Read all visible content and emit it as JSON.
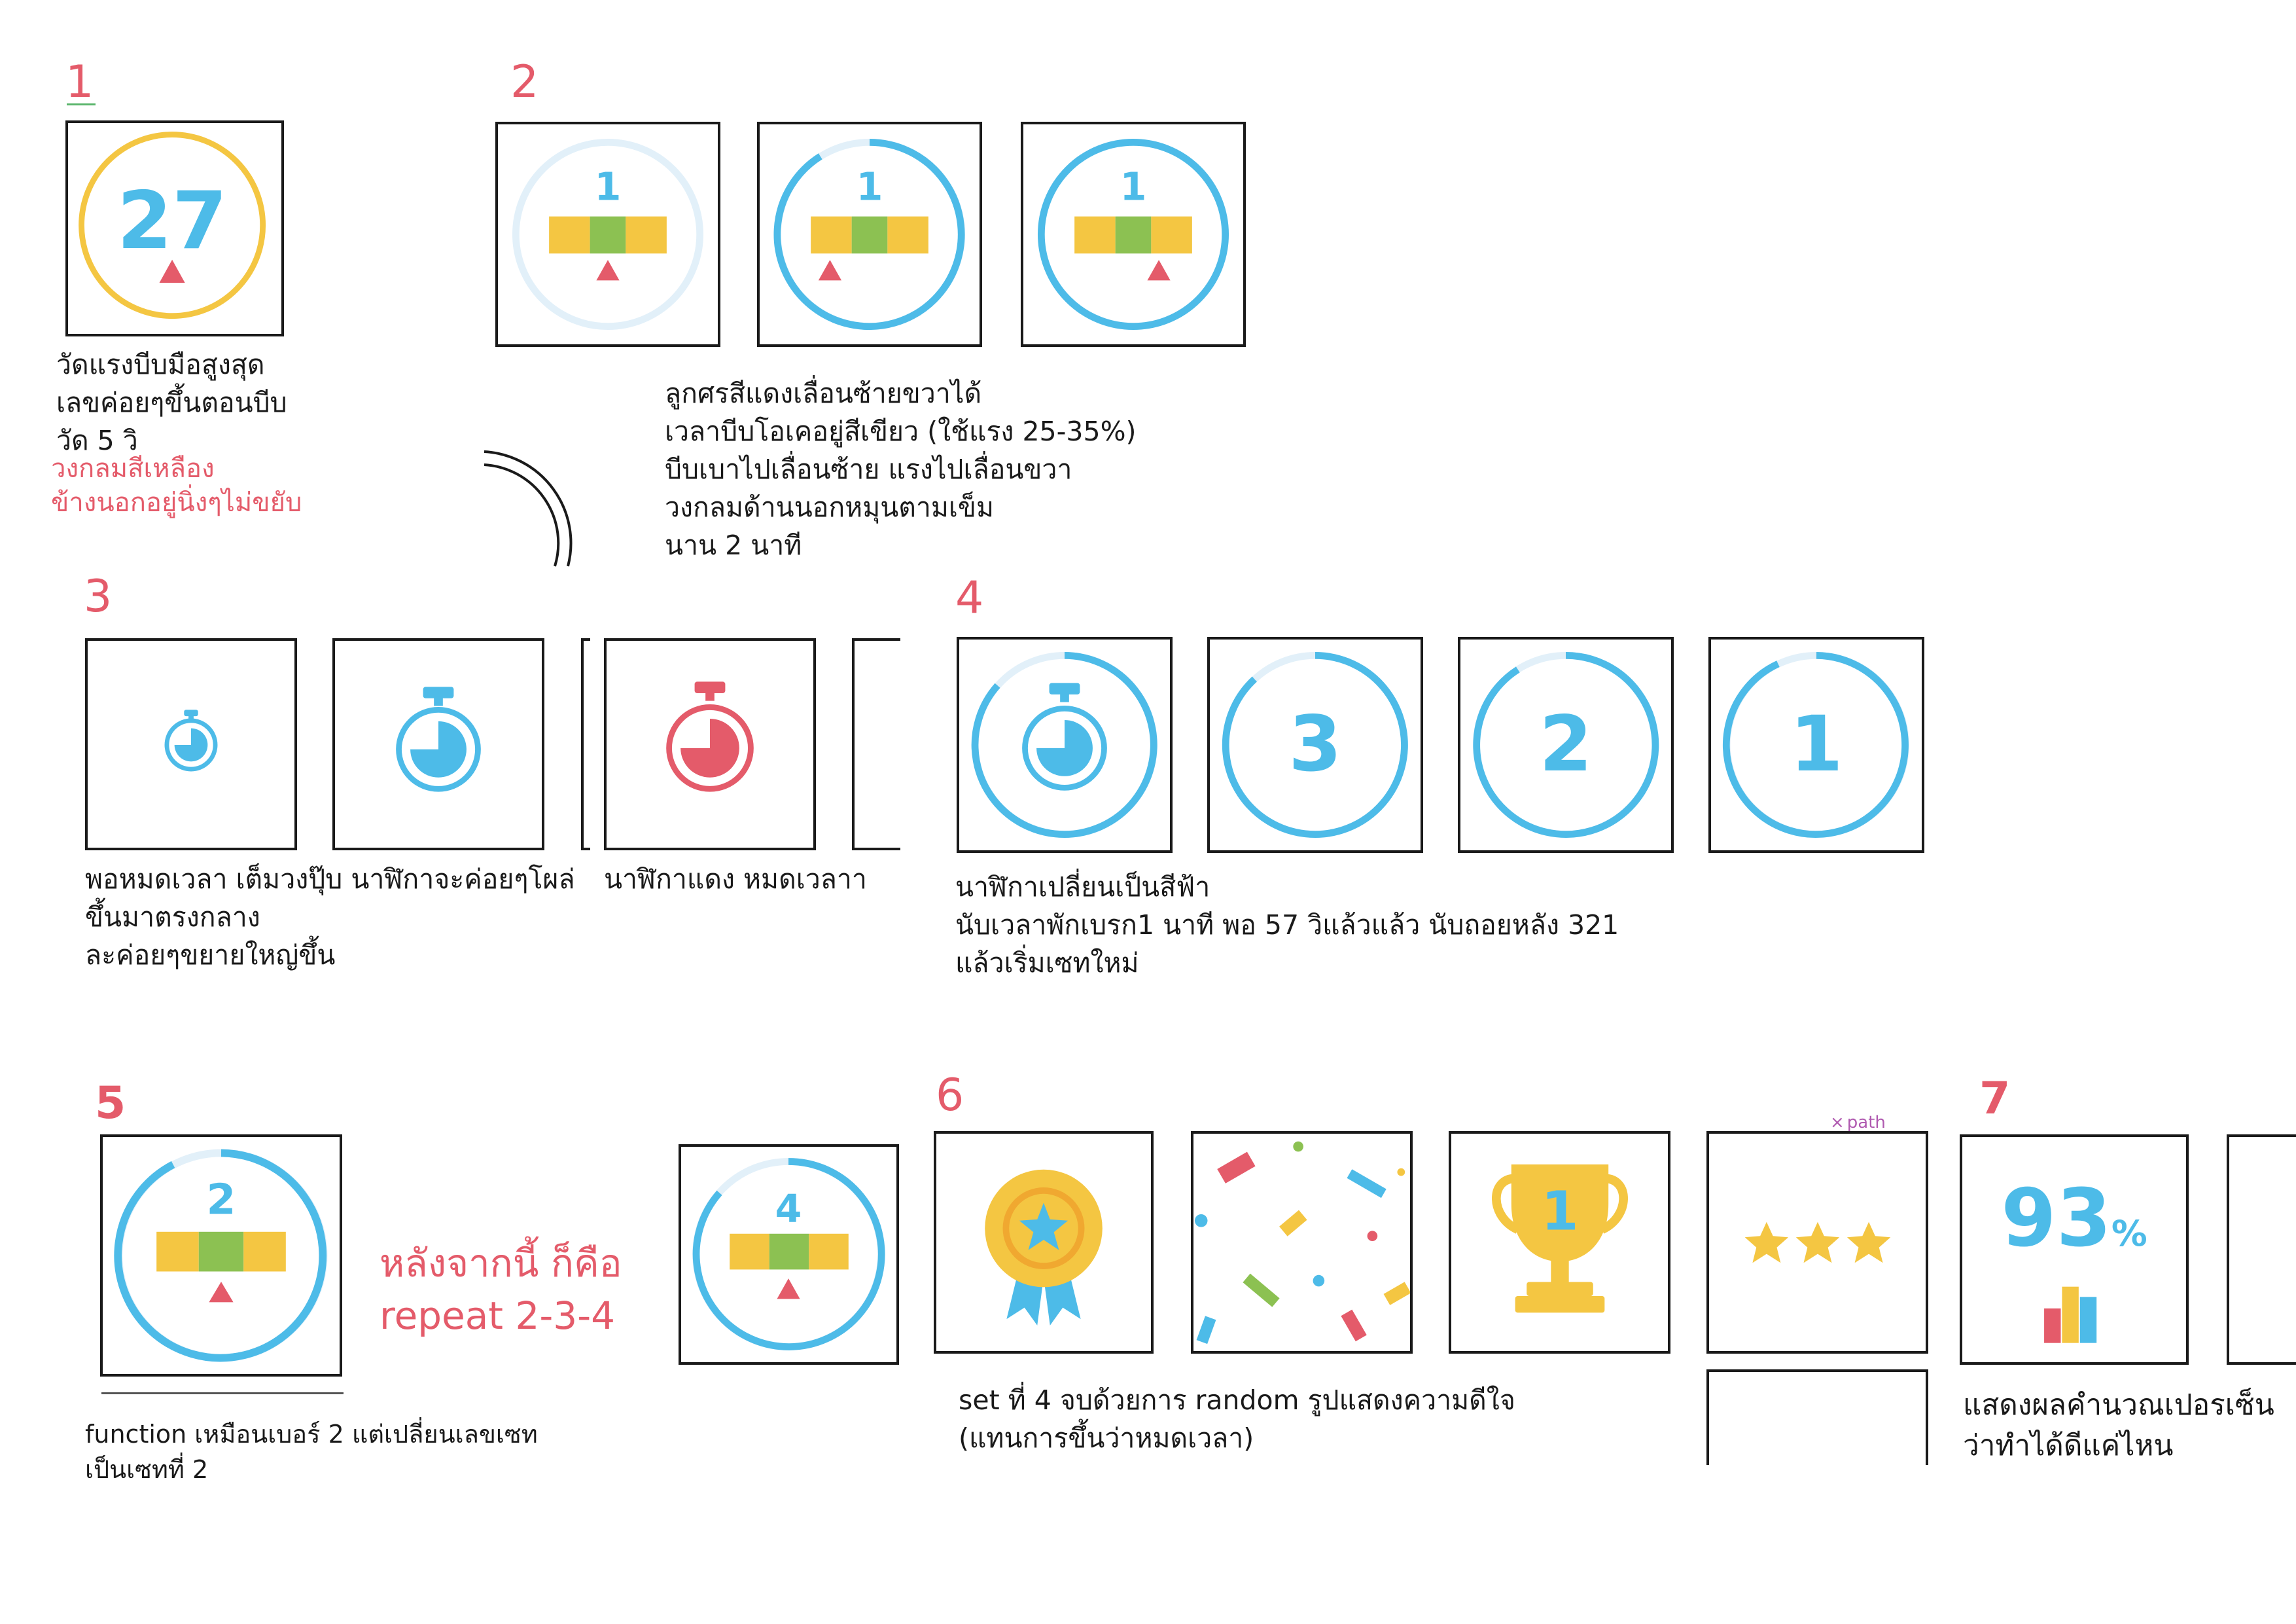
{
  "steps": [
    "1",
    "2",
    "3",
    "4",
    "5",
    "6",
    "7"
  ],
  "colors": {
    "blue": "#4dbbe8",
    "light_blue": "#e2f0f9",
    "yellow": "#f4c642",
    "green": "#8cc152",
    "red": "#e45b6a",
    "text": "#1a1a1a"
  },
  "s1": {
    "value": "27",
    "caption": [
      "วัดแรงบีบมือสูงสุด",
      "เลขค่อยๆขึ้นตอนบีบ",
      "วัด 5 วิ"
    ],
    "note": [
      "วงกลมสีเหลือง",
      "ข้างนอกอยู่นิ่งๆไม่ขยับ"
    ]
  },
  "s2": {
    "value": "1",
    "caption": [
      "ลูกศรสีแดงเลื่อนซ้ายขวาได้",
      "เวลาบีบโอเคอยู่สีเขียว (ใช้แรง 25-35%)",
      "บีบเบาไปเลื่อนซ้าย แรงไปเลื่อนขวา",
      "วงกลมด้านนอกหมุนตามเข็ม",
      "นาน 2 นาที"
    ]
  },
  "s3": {
    "caption_1": [
      "พอหมดเวลา เต็มวงปุ๊บ นาฬิกาจะค่อยๆโผล่",
      "ขึ้นมาตรงกลาง",
      "ละค่อยๆขยายใหญ่ขึ้น"
    ],
    "caption_2": "นาฬิกาแดง หมดเวลาา"
  },
  "s4": {
    "countdown": [
      "3",
      "2",
      "1"
    ],
    "caption": [
      "นาฬิกาเปลี่ยนเป็นสีฟ้า",
      "นับเวลาพักเบรก1 นาที พอ 57 วิแล้วแล้ว นับถอยหลัง 321",
      "แล้วเริ่มเซทใหม่"
    ]
  },
  "s5": {
    "value": "2",
    "value_next": "4",
    "then_text": [
      "หลังจากนี้ ก็คือ",
      "repeat 2-3-4"
    ],
    "caption": [
      "function เหมือนเบอร์ 2 แต่เปลี่ยนเลขเซท",
      "เป็นเซทที่ 2"
    ]
  },
  "s6": {
    "trophy_num": "1",
    "path_label": "path",
    "caption": [
      "set ที่ 4 จบด้วยการ random รูปแสดงความดีใจ",
      "(แทนการขึ้นว่าหมดเวลา)"
    ]
  },
  "s7": {
    "percent": "93",
    "percent_sign": "%",
    "caption": [
      "แสดงผลคำนวณเปอรเซ็น",
      "ว่าทำได้ดีแค่ไหน"
    ]
  }
}
